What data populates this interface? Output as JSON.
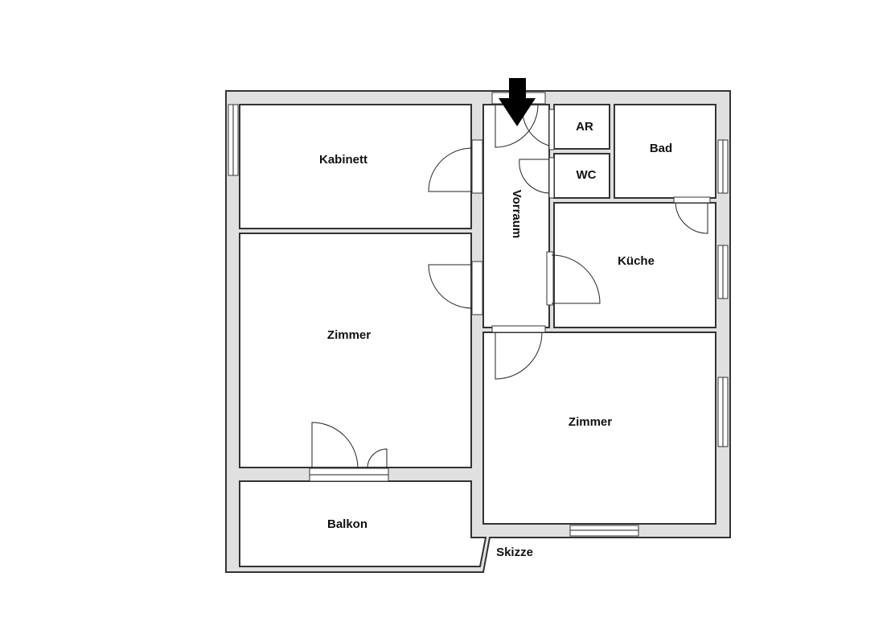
{
  "floorplan": {
    "rooms": {
      "kabinett": "Kabinett",
      "zimmer_left": "Zimmer",
      "balkon": "Balkon",
      "vorraum": "Vorraum",
      "ar": "AR",
      "wc": "WC",
      "bad": "Bad",
      "kueche": "Küche",
      "zimmer_right": "Zimmer"
    },
    "note": "Skizze",
    "colors": {
      "wall": "#e0e0e0",
      "line": "#333333",
      "arrow": "#000000"
    }
  }
}
